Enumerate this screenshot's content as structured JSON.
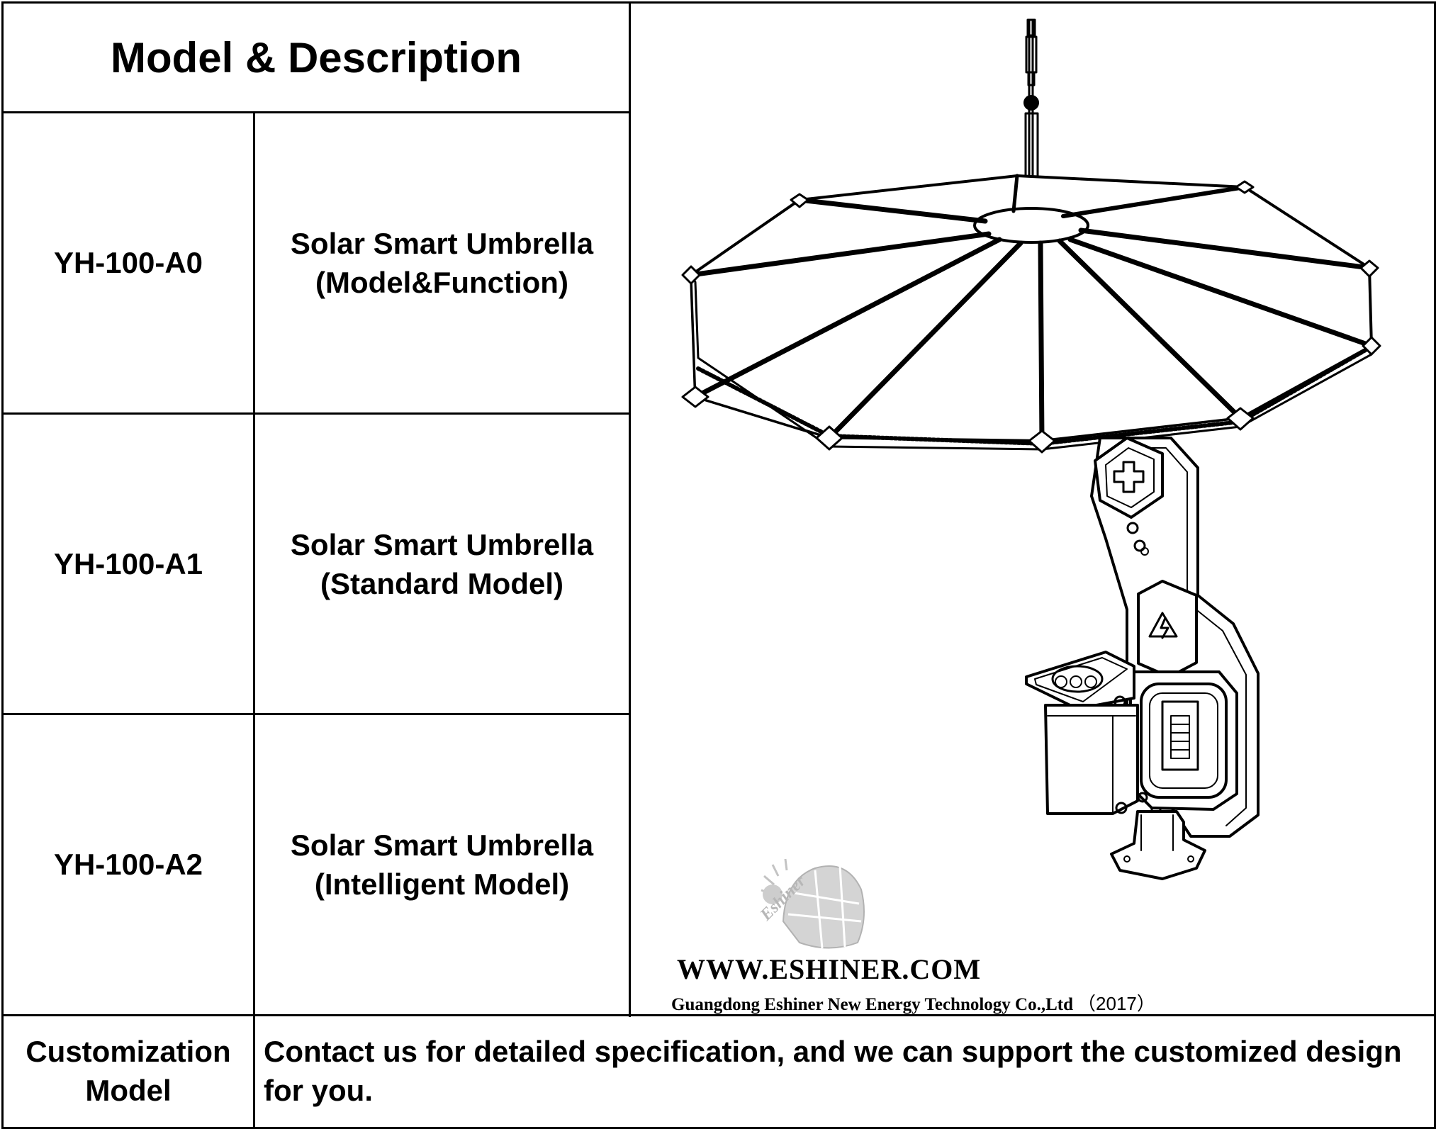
{
  "header": {
    "title": "Model & Description"
  },
  "models": [
    {
      "code": "YH-100-A0",
      "desc_line1": "Solar Smart Umbrella",
      "desc_line2": "(Model&Function)"
    },
    {
      "code": "YH-100-A1",
      "desc_line1": "Solar Smart Umbrella",
      "desc_line2": "(Standard Model)"
    },
    {
      "code": "YH-100-A2",
      "desc_line1": "Solar Smart Umbrella",
      "desc_line2": "(Intelligent Model)"
    }
  ],
  "customization": {
    "label_line1": "Customization",
    "label_line2": "Model",
    "text": "Contact us for detailed specification, and we can support the customized design for you."
  },
  "watermark": {
    "logo_text": "Eshiner",
    "url": "WWW.ESHINER.COM",
    "company": "Guangdong Eshiner New Energy Technology Co.,Ltd",
    "year": "（2017）"
  },
  "colors": {
    "line": "#000000",
    "background": "#ffffff",
    "logo": "#bdbdbd"
  },
  "icons": [
    "solar-umbrella-illustration",
    "eshiner-logo-icon",
    "first-aid-cross-icon",
    "lightning-icon",
    "battery-icon"
  ]
}
